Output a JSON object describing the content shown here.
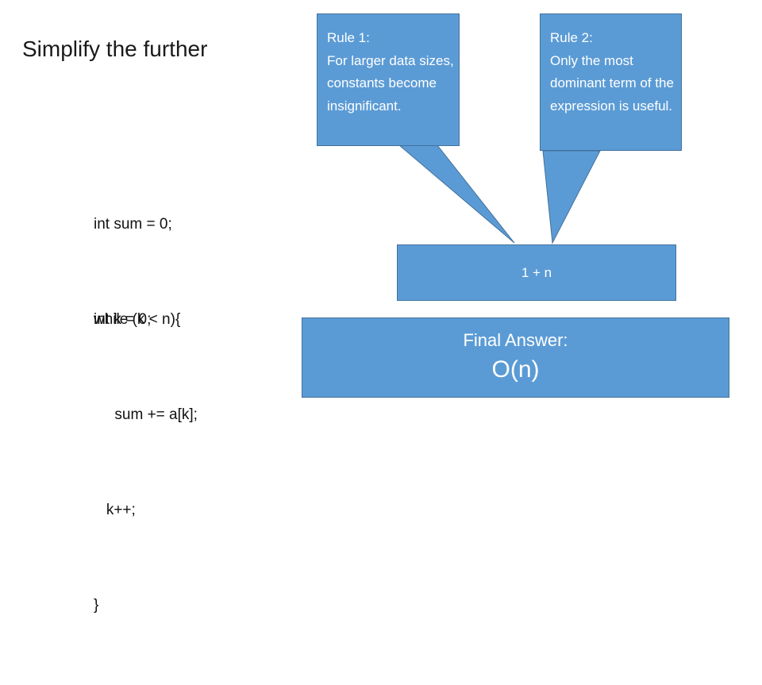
{
  "slide": {
    "title": "Simplify the further",
    "background_color": "#FFFFFF"
  },
  "code": {
    "declarations": [
      "int sum = 0;",
      "int k = 0;"
    ],
    "loop": [
      "while (k < n){",
      "     sum += a[k];",
      "   k++;",
      "}"
    ]
  },
  "callouts": [
    {
      "name": "rule-1",
      "heading": "Rule 1:",
      "body": "For larger data sizes, constants become insignificant.",
      "text": "Rule 1:\nFor larger data sizes, constants become insignificant.",
      "fill_color": "#5B9BD5",
      "border_color": "#41719C",
      "text_color": "#FFFFFF"
    },
    {
      "name": "rule-2",
      "heading": "Rule 2:",
      "body": "Only the most dominant term of the expression is useful.",
      "text": "Rule 2:\nOnly the most dominant term of the expression is useful.",
      "fill_color": "#5B9BD5",
      "border_color": "#41719C",
      "text_color": "#FFFFFF"
    }
  ],
  "expression_box": {
    "label": "1 + n",
    "fill_color": "#5B9BD5",
    "border_color": "#41719C"
  },
  "final_answer_box": {
    "label": "Final Answer:",
    "value": "O(n)",
    "fill_color": "#5B9BD5",
    "border_color": "#41719C"
  }
}
